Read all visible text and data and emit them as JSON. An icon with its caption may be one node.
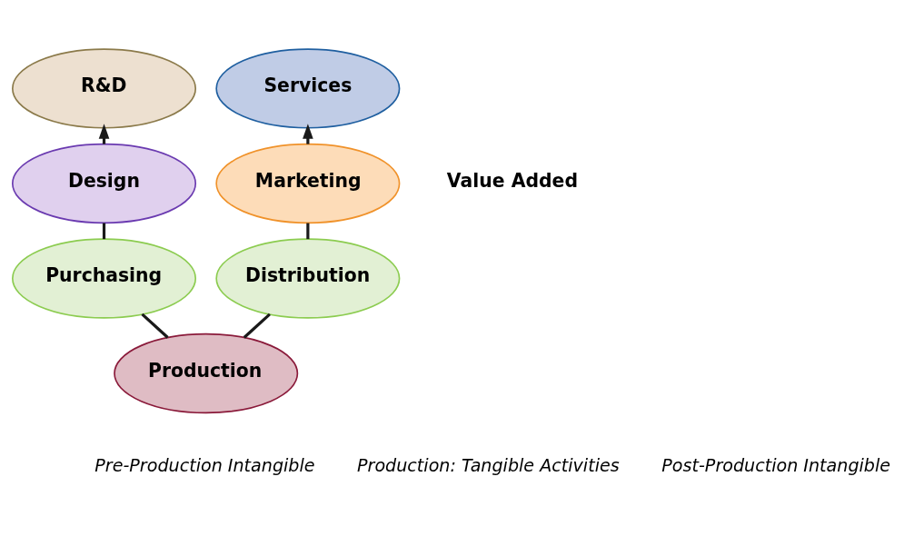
{
  "diagram": {
    "nodes": [
      {
        "text": [
          "R&D"
        ]
      },
      {
        "text": [
          "Services"
        ]
      },
      {
        "text": [
          "Design"
        ]
      },
      {
        "text": [
          "Marketing"
        ]
      },
      {
        "text": [
          "Purchasing"
        ]
      },
      {
        "text": [
          "Distribution"
        ]
      },
      {
        "text": [
          "Production"
        ]
      }
    ],
    "edges": [
      {
        "from": 2,
        "to": 0,
        "arrow": "to"
      },
      {
        "from": 4,
        "to": 2,
        "arrow": "none"
      },
      {
        "from": 6,
        "to": 4,
        "arrow": "none"
      },
      {
        "from": 6,
        "to": 5,
        "arrow": "none"
      },
      {
        "from": 5,
        "to": 3,
        "arrow": "none"
      },
      {
        "from": 3,
        "to": 1,
        "arrow": "to"
      }
    ],
    "labels": [
      "Value Added",
      "Pre-Production Intangible",
      "Production: Tangible Activities",
      "Post-Production Intangible"
    ]
  }
}
